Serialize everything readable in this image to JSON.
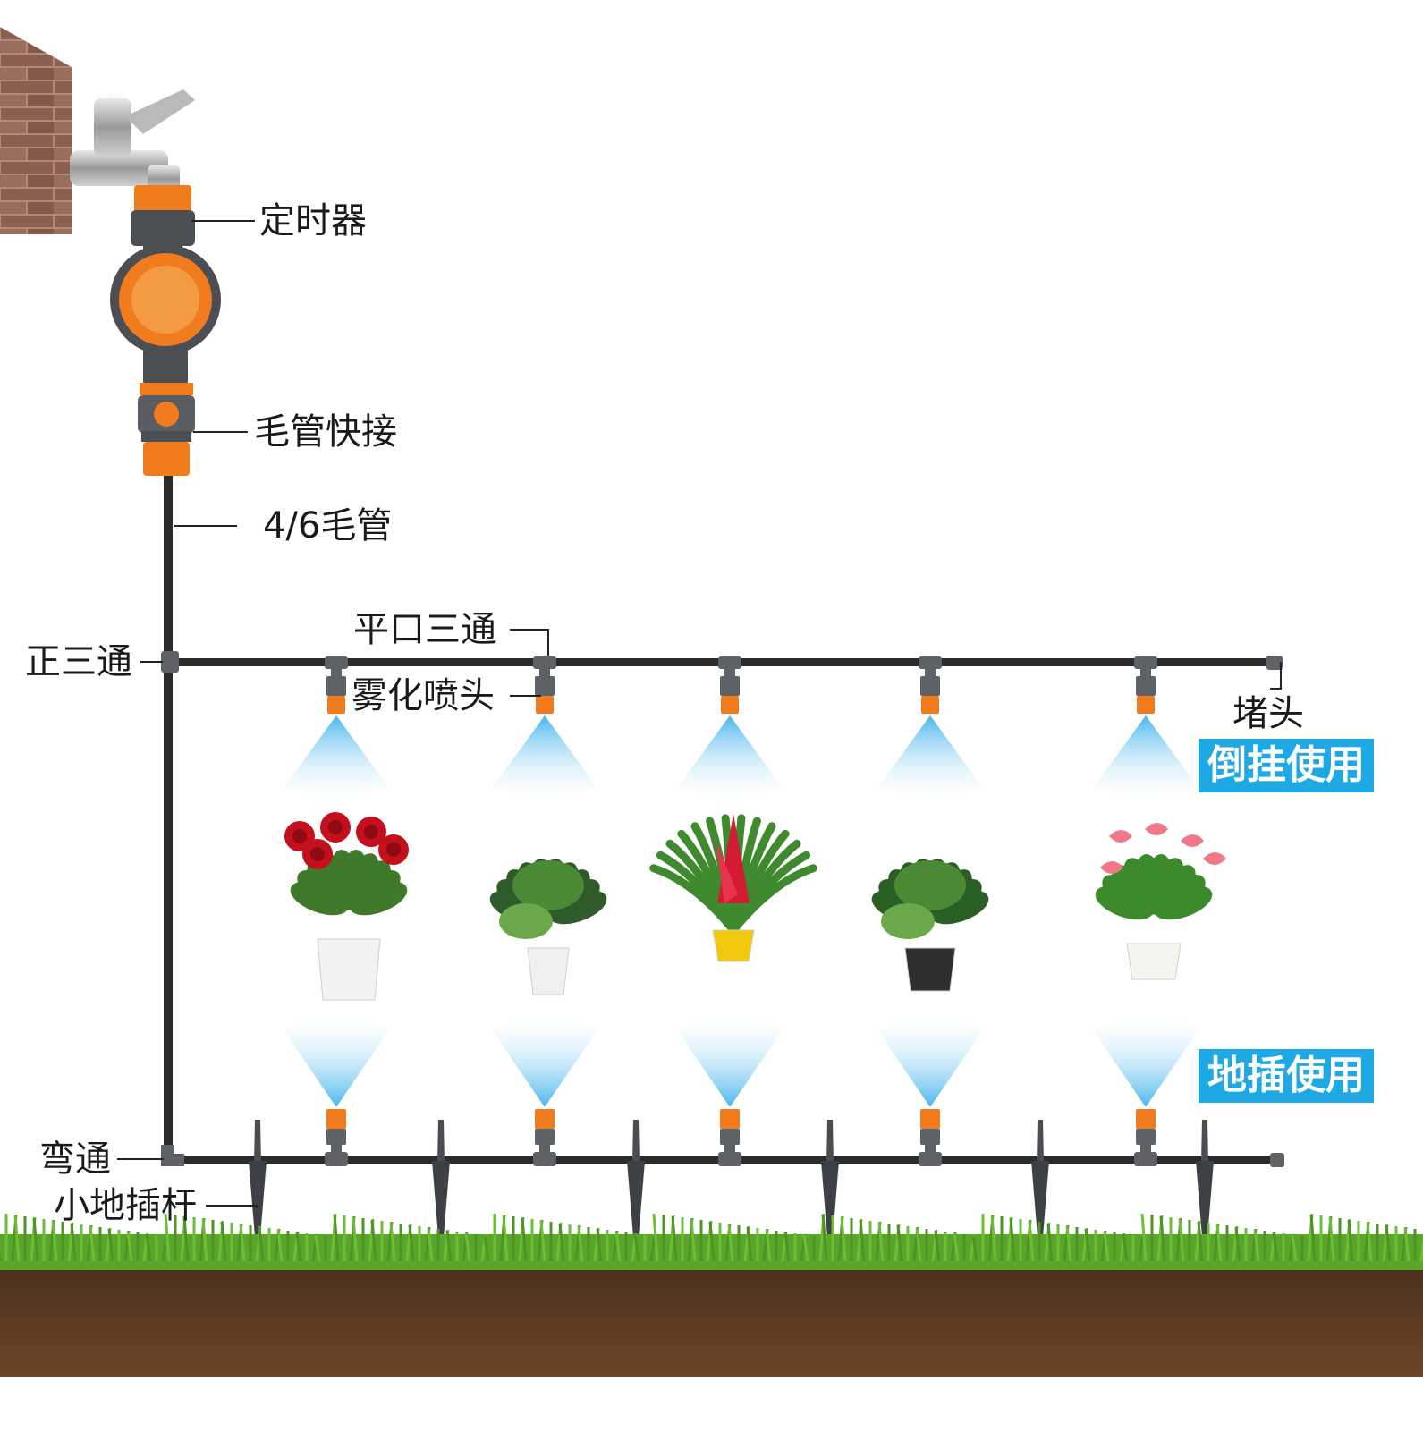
{
  "labels": {
    "timer": "定时器",
    "quick_connector": "毛管快接",
    "tube": "4/6毛管",
    "flat_tee": "平口三通",
    "tee": "正三通",
    "mist_nozzle": "雾化喷头",
    "end_plug": "堵头",
    "elbow": "弯通",
    "ground_stake": "小地插杆"
  },
  "modes": {
    "hanging": "倒挂使用",
    "ground": "地插使用"
  },
  "colors": {
    "pipe": "#2b2b2b",
    "fitting_gray": "#5e6266",
    "nozzle_orange": "#f07c1e",
    "mist_blue": "#6cc6f0",
    "mode_badge": "#1ea9e4",
    "grass": "#5aa52a",
    "soil": "#5a3a22",
    "brick": "#9a6a58"
  },
  "plants": [
    {
      "name": "rose",
      "icon": "red-rose-potted-icon"
    },
    {
      "name": "calathea",
      "icon": "striped-leaf-potted-icon"
    },
    {
      "name": "bromeliad",
      "icon": "red-bract-potted-icon"
    },
    {
      "name": "dieffenbachia",
      "icon": "variegated-leaf-potted-icon"
    },
    {
      "name": "anthurium",
      "icon": "pink-anthurium-potted-icon"
    }
  ]
}
